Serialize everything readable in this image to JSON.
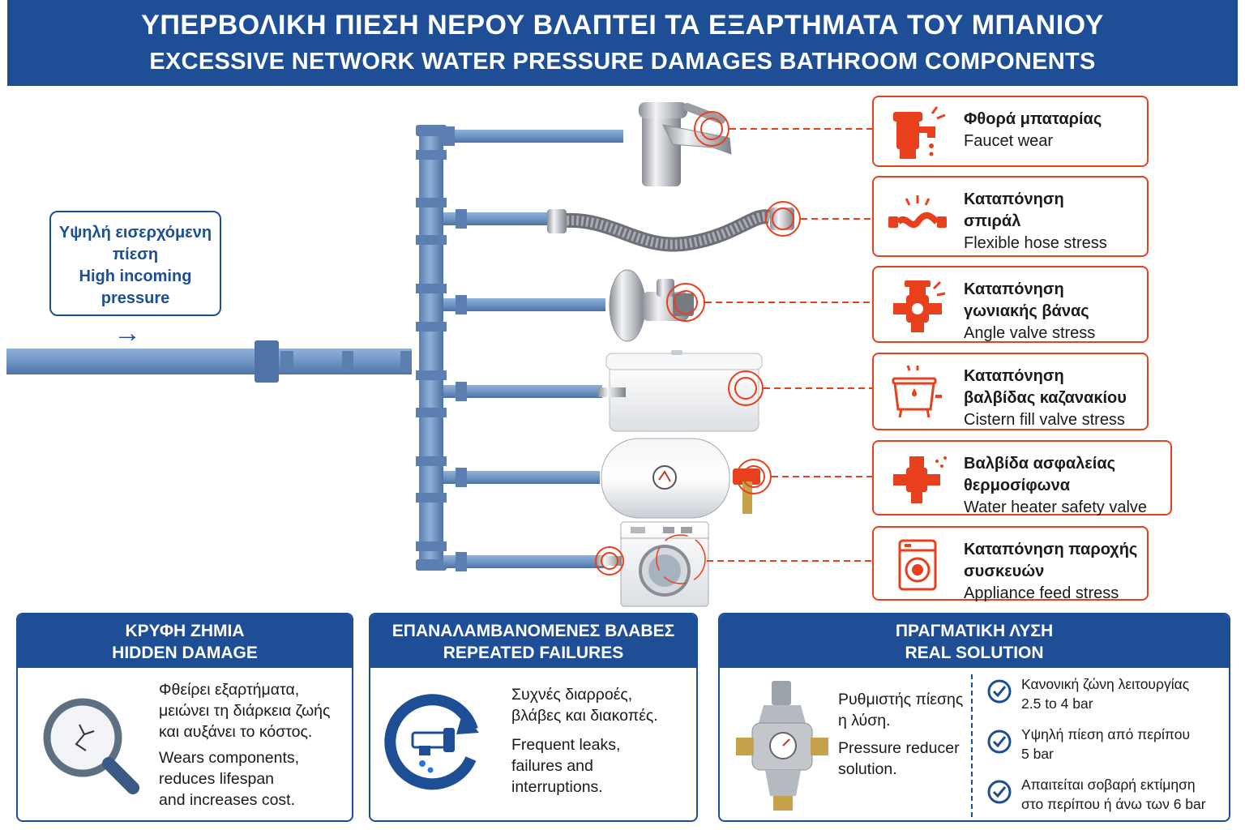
{
  "header": {
    "title_gr": "ΥΠΕΡΒΟΛΙΚΗ ΠΙΕΣΗ ΝΕΡΟΥ ΒΛΑΠΤΕΙ ΤΑ ΕΞΑΡΤΗΜΑΤΑ ΤΟΥ ΜΠΑΝΙΟΥ",
    "title_en": "EXCESSIVE NETWORK WATER PRESSURE DAMAGES BATHROOM COMPONENTS"
  },
  "incoming": {
    "gr_line1": "Υψηλή εισερχόμενη",
    "gr_line2": "πίεση",
    "en_line1": "High incoming",
    "en_line2": "pressure",
    "arrow": "→"
  },
  "issues": [
    {
      "gr": "Φθορά μπαταρίας",
      "en": "Faucet wear",
      "icon": "faucet-icon"
    },
    {
      "gr1": "Καταπόνηση",
      "gr2": "σπιράλ",
      "en": "Flexible hose stress",
      "icon": "hose-icon"
    },
    {
      "gr1": "Καταπόνηση",
      "gr2": "γωνιακής βάνας",
      "en": "Angle valve stress",
      "icon": "angle-valve-icon"
    },
    {
      "gr1": "Καταπόνηση",
      "gr2": "βαλβίδας καζανακίου",
      "en": "Cistern fill valve stress",
      "icon": "cistern-icon"
    },
    {
      "gr1": "Βαλβίδα ασφαλείας",
      "gr2": "θερμοσίφωνα",
      "en": "Water heater safety valve",
      "icon": "safety-valve-icon"
    },
    {
      "gr1": "Καταπόνηση παροχής",
      "gr2": "συσκευών",
      "en": "Appliance feed stress",
      "icon": "washing-machine-icon"
    }
  ],
  "panels": {
    "hidden": {
      "title_gr": "ΚΡΥΦΗ ΖΗΜΙΑ",
      "title_en": "HIDDEN DAMAGE",
      "gr_l1": "Φθείρει εξαρτήματα,",
      "gr_l2": "μειώνει τη διάρκεια ζωής",
      "gr_l3": "και αυξάνει το κόστος.",
      "en_l1": "Wears components,",
      "en_l2": "reduces lifespan",
      "en_l3": "and increases cost."
    },
    "repeated": {
      "title_gr": "ΕΠΑΝΑΛΑΜΒΑΝΟΜΕΝΕΣ ΒΛΑΒΕΣ",
      "title_en": "REPEATED FAILURES",
      "gr_l1": "Συχνές διαρροές,",
      "gr_l2": "βλάβες και διακοπές.",
      "en_l1": "Frequent leaks,",
      "en_l2": "failures and",
      "en_l3": "interruptions."
    },
    "solution": {
      "title_gr": "ΠΡΑΓΜΑΤΙΚΗ ΛΥΣΗ",
      "title_en": "REAL SOLUTION",
      "gr_l1": "Ρυθμιστής πίεσης",
      "gr_l2": "η λύση.",
      "en_l1": "Pressure reducer",
      "en_l2": "solution.",
      "checks": [
        {
          "l1": "Κανονική ζώνη λειτουργίας",
          "l2": "2.5 to 4 bar"
        },
        {
          "l1": "Υψηλή πίεση από περίπου",
          "l2": "5 bar"
        },
        {
          "l1": "Απαιτείται σοβαρή εκτίμηση",
          "l2": "στο περίπου ή άνω των 6 bar"
        }
      ]
    }
  },
  "colors": {
    "brand_blue": "#1d4e96",
    "pipe_blue": "#6f92c0",
    "alert_red": "#e8401c"
  }
}
